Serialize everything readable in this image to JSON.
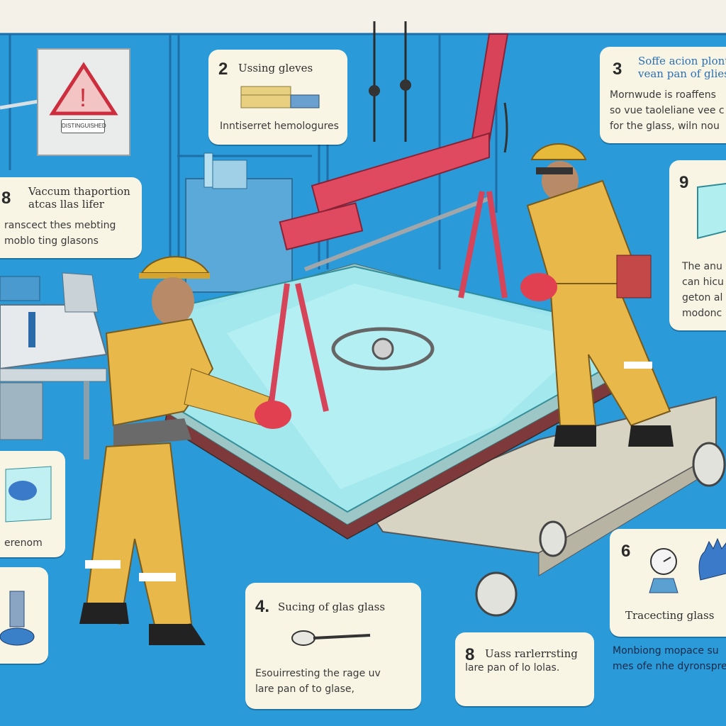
{
  "colors": {
    "background": "#2a9ad8",
    "panel": "#f8f5e4",
    "accent_red": "#e8425a",
    "worker_suit": "#e8b84a",
    "glass": "#8fe3ea"
  },
  "warning_sign": {
    "icon": "warning-triangle-icon",
    "label": "DISTINGUISHED"
  },
  "callouts": {
    "c2": {
      "number": "2",
      "title": "Ussing gleves",
      "body": [
        "Inntiserret hemologures"
      ]
    },
    "c3": {
      "number": "3",
      "title": [
        "Soffe acion plont",
        "vean pan of glies"
      ],
      "body": [
        "Mornwude is roaffens",
        "so vue taoleliane vee c",
        "for the glass, wiln nou"
      ]
    },
    "c8a": {
      "number": "8",
      "title": [
        "Vaccum thaportion",
        "atcas llas lifer"
      ],
      "body": [
        "ranscect thes mebting",
        "moblo ting glasons"
      ]
    },
    "c9": {
      "number": "9",
      "body": [
        "The anu",
        "can hicu",
        "geton al",
        "modonc"
      ]
    },
    "cleft": {
      "body": [
        "erenom"
      ]
    },
    "c4": {
      "number": "4.",
      "title": "Sucing of glas glass",
      "body": [
        "Esouirresting the rage uv",
        "lare pan of to glase,"
      ]
    },
    "c8b": {
      "number": "8",
      "title": "Uass rarlerrsting",
      "body": [
        "lare pan of lo lolas."
      ]
    },
    "c6": {
      "number": "6",
      "title": "Tracecting glass",
      "body": [
        "Monbiong mopace su",
        "mes ofe nhe dyronspre"
      ]
    }
  }
}
